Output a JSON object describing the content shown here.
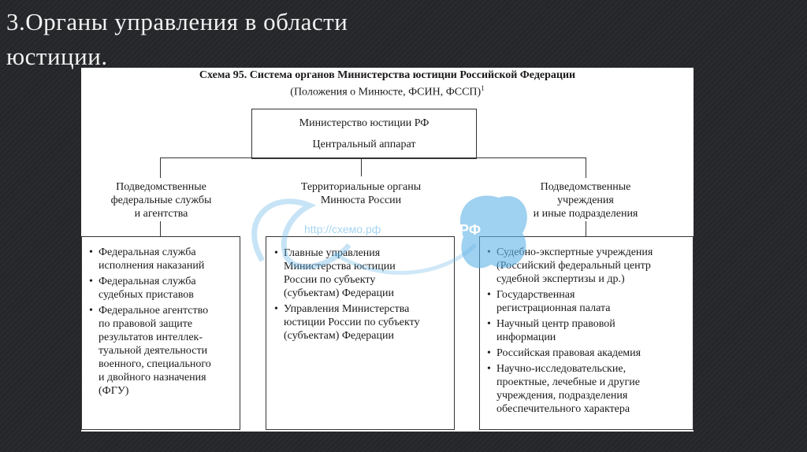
{
  "slide": {
    "title_line1": "3.Органы управления в области",
    "title_line2": "юстиции."
  },
  "scheme": {
    "caption": "Схема 95. Система органов Министерства юстиции Российской Федерации",
    "subcaption": "(Положения о Минюсте, ФСИН, ФССП)",
    "footnote_mark": "1",
    "ministry": {
      "name": "Министерство юстиции РФ",
      "central": "Центральный аппарат"
    },
    "columns": [
      {
        "heading": [
          "Подведомственные",
          "федеральные службы",
          "и агентства"
        ],
        "items": [
          [
            "Федеральная служба",
            "исполнения наказаний"
          ],
          [
            "Федеральная служба",
            "судебных приставов"
          ],
          [
            "Федеральное агентство",
            "по правовой защите",
            "результатов интеллек-",
            "туальной деятельности",
            "военного, специального",
            "и двойного назначения",
            "(ФГУ)"
          ]
        ]
      },
      {
        "heading": [
          "Территориальные органы",
          "Минюста России"
        ],
        "items": [
          [
            "Главные управления",
            "Министерства юстиции",
            "России по субъекту",
            "(субъектам) Федерации"
          ],
          [
            "Управления Министерства",
            "юстиции России по субъекту",
            "(субъектам) Федерации"
          ]
        ]
      },
      {
        "heading": [
          "Подведомственные",
          "учреждения",
          "и иные подразделения"
        ],
        "items": [
          [
            "Судебно-экспертные учреждения",
            "(Российский федеральный центр",
            "судебной экспертизы и др.)"
          ],
          [
            "Государственная",
            "регистрационная палата"
          ],
          [
            "Научный центр правовой",
            "информации"
          ],
          [
            "Российская правовая академия"
          ],
          [
            "Научно-исследовательские,",
            "проектные, лечебные и другие",
            "учреждения, подразделения",
            "обеспечительного характера"
          ]
        ]
      }
    ],
    "bullet": "•"
  },
  "watermark": {
    "url": "http://схемо.рф",
    "badge": "РФ",
    "color": "#5fb3e6"
  }
}
